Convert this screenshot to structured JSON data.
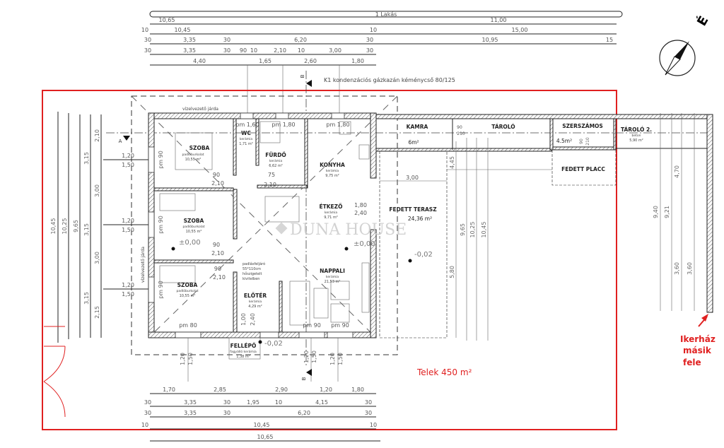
{
  "colors": {
    "plot_border": "#e02020",
    "annotation": "#e02020",
    "walls": "#222222",
    "watermark": "#c8c8c8"
  },
  "top_bar_label": "1 Lakás",
  "top_dims": {
    "row1": [
      "10,65",
      "11,00"
    ],
    "row2": [
      "10",
      "10,45",
      "10",
      "15,00"
    ],
    "row3": [
      "30",
      "3,35",
      "30",
      "6,20",
      "30",
      "10,95",
      "15"
    ],
    "row4": [
      "30",
      "3,35",
      "30",
      "90",
      "10",
      "2,10",
      "10",
      "3,00",
      "30"
    ],
    "row5": [
      "4,40",
      "1,65",
      "2,60",
      "1,80"
    ]
  },
  "bottom_dims": {
    "row1": [
      "1,70",
      "2,85",
      "2,90",
      "1,20",
      "1,80"
    ],
    "row2": [
      "30",
      "3,35",
      "30",
      "1,95",
      "10",
      "4,15",
      "30"
    ],
    "row3": [
      "30",
      "3,35",
      "30",
      "6,20",
      "30"
    ],
    "row4": [
      "10",
      "10,45",
      "10"
    ],
    "row5": [
      "10,65"
    ]
  },
  "left_dims": {
    "totals": [
      "10,45",
      "10,25",
      "9,65"
    ],
    "col3": [
      "3,15",
      "3,15",
      "3,15"
    ],
    "col4": [
      "2,10",
      "3,00",
      "3,00",
      "2,15"
    ],
    "window_pairs": [
      [
        "1,20",
        "1,50"
      ],
      [
        "1,20",
        "1,50"
      ],
      [
        "1,20",
        "1,50"
      ]
    ]
  },
  "bottom_window_pairs": [
    [
      "1,20",
      "1,50"
    ],
    [
      "1,20",
      "1,50"
    ],
    [
      "1,20",
      "1,50"
    ]
  ],
  "right_dims": [
    "9,40",
    "9,21",
    "4,70",
    "3,60",
    "3,60"
  ],
  "terrace_dims": [
    "3,00",
    "4,45",
    "5,80",
    "9,65",
    "10,25",
    "10,45"
  ],
  "chimney_note": "K1 kondenzációs gázkazán kéménycső 80/125",
  "section_marks": {
    "a": "A",
    "b": "B"
  },
  "sidewalk_label": "vízelvezető járda",
  "attic_note": [
    "padlásfeljáró",
    "55*110cm",
    "hőszigetelt",
    "kivitelben"
  ],
  "rooms": {
    "szoba1": {
      "name": "SZOBA",
      "floor": "padlóburkolat",
      "area": "10,55 m²"
    },
    "wc": {
      "name": "WC",
      "floor": "kerámia",
      "area": "1,71 m²"
    },
    "furdo": {
      "name": "FÜRDŐ",
      "floor": "kerámia",
      "area": "6,62 m²"
    },
    "konyha": {
      "name": "KONYHA",
      "floor": "kerámia",
      "area": "9,75 m²"
    },
    "etkezo": {
      "name": "ÉTKEZŐ",
      "floor": "kerámia",
      "area": "9,71 m²"
    },
    "szoba2": {
      "name": "SZOBA",
      "floor": "padlóburkolat",
      "area": "10,55 m²"
    },
    "szoba3": {
      "name": "SZOBA",
      "floor": "padlóburkolat",
      "area": "10,55 m²"
    },
    "nappali": {
      "name": "NAPPALI",
      "floor": "kerámia",
      "area": "21,53 m²"
    },
    "eloter": {
      "name": "ELŐTÉR",
      "floor": "kerámia",
      "area": "4,29 m²"
    },
    "fellepo": {
      "name": "FELLÉPŐ",
      "floor": "fagyálló kerámia",
      "area": "1,38 m²"
    },
    "kamra": {
      "name": "KAMRA",
      "area": "6m²"
    },
    "tarolo": {
      "name": "TÁROLÓ"
    },
    "szerszamos": {
      "name": "SZERSZÁMOS",
      "area": "4.5m²"
    },
    "tarolo2": {
      "name": "TÁROLÓ 2.",
      "floor": "beton",
      "area": "5,90 m²"
    },
    "fedett_placc": {
      "name": "FEDETT PLACC"
    },
    "fedett_terasz": {
      "name": "FEDETT TERASZ",
      "area": "24,36 m²"
    }
  },
  "levels": [
    "±0,00",
    "±0,00",
    "-0,02",
    "-0,02"
  ],
  "doors": {
    "d1": [
      "90",
      "2,10"
    ],
    "d2": [
      "90",
      "2,10"
    ],
    "d3": [
      "90",
      "2,10"
    ],
    "d4": [
      "75",
      "2,10"
    ],
    "d5": [
      "1,80",
      "2,40"
    ],
    "d6": [
      "1,00",
      "2,40"
    ],
    "kamra": [
      "90",
      "210"
    ],
    "szerszamos": [
      "90",
      "210"
    ]
  },
  "windows": [
    "pm 90",
    "pm 90",
    "pm 90",
    "pm 80",
    "pm 90",
    "pm 90",
    "pm 1,60",
    "pm 1,80",
    "pm 1,80"
  ],
  "annotations": {
    "plot": "Telek 450 m²",
    "other_half": [
      "Ikerház",
      "másik",
      "fele"
    ]
  },
  "watermark": "DUNA HOUSE",
  "north_label": "É"
}
